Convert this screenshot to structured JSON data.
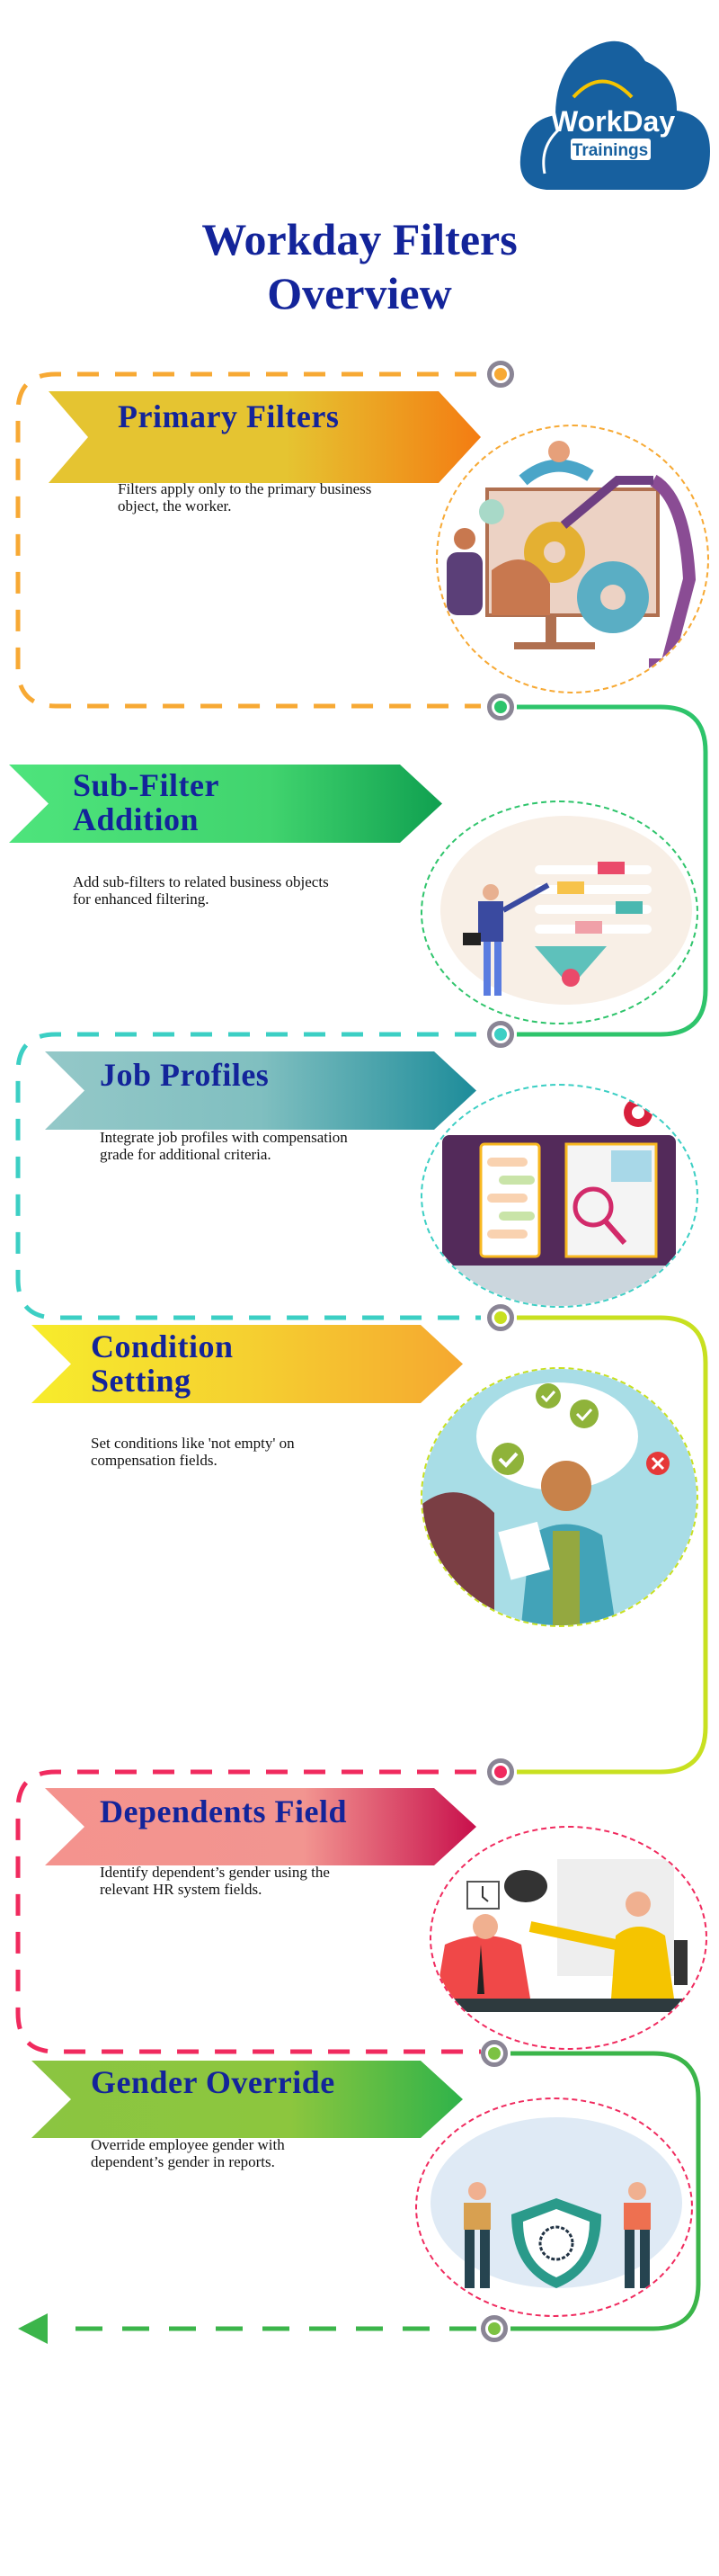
{
  "logo": {
    "brand": "WorkDay",
    "sub": "Trainings"
  },
  "title": {
    "line1": "Workday Filters",
    "line2": "Overview"
  },
  "sections": [
    {
      "title": "Primary Filters",
      "description": "Filters apply only to the primary business object, the worker.",
      "color": "#f7a934"
    },
    {
      "title_line1": "Sub-Filter",
      "title_line2": "Addition",
      "description": "Add sub-filters to related business objects for enhanced filtering.",
      "color": "#2ec46b"
    },
    {
      "title": "Job Profiles",
      "description": "Integrate job profiles with compensation grade for additional criteria.",
      "color": "#3ccfc4"
    },
    {
      "title_line1": "Condition",
      "title_line2": "Setting",
      "description": "Set conditions like 'not empty' on compensation fields.",
      "color": "#c8e020"
    },
    {
      "title": "Dependents Field",
      "description": "Identify dependent’s gender using the relevant HR system fields.",
      "color": "#f02a5e"
    },
    {
      "title": "Gender Override",
      "description": "Override employee gender with dependent’s gender in reports.",
      "color": "#3bb54a"
    }
  ]
}
